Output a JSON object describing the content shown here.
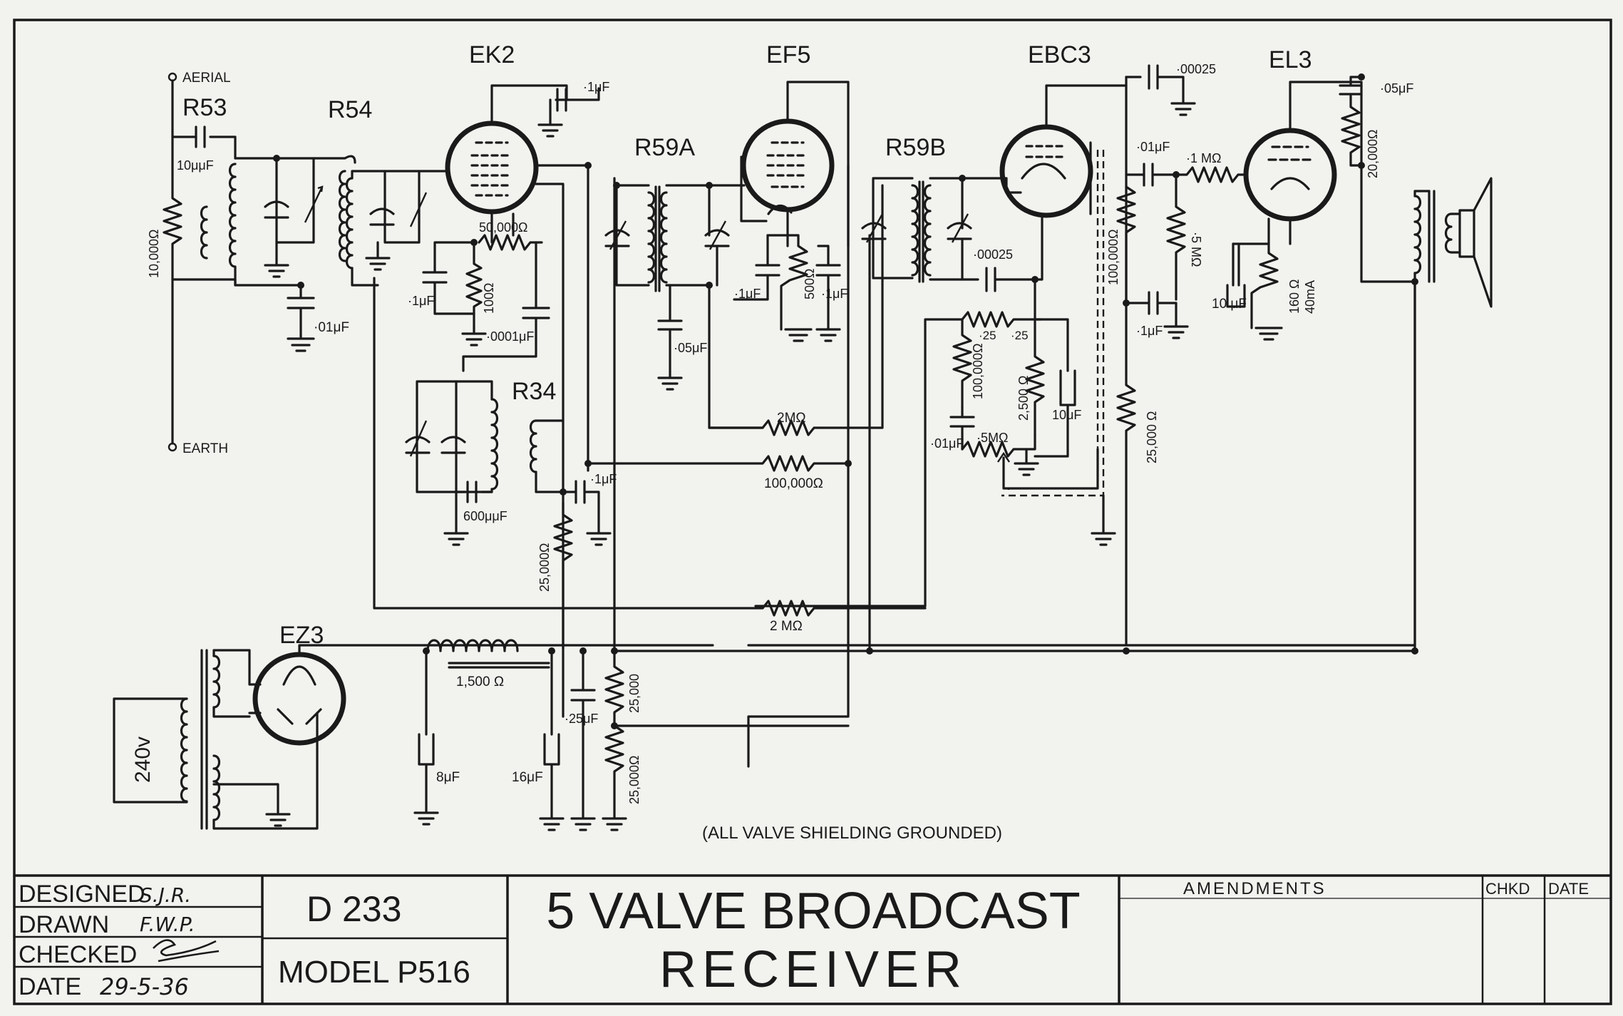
{
  "valves": {
    "ek2": "EK2",
    "ef5": "EF5",
    "ebc3": "EBC3",
    "el3": "EL3",
    "ez3": "EZ3"
  },
  "resistor_refs": {
    "r53": "R53",
    "r54": "R54",
    "r59a": "R59A",
    "r59b": "R59B",
    "r34": "R34"
  },
  "terminals": {
    "aerial": "AERIAL",
    "earth": "EARTH"
  },
  "components": {
    "c_10uuf": "10μμF",
    "r_10000_in": "10,000Ω",
    "c_01_a": "·01μF",
    "c_1uf_ek2": "·1μF",
    "r_50000": "50,000Ω",
    "c_1_left": "·1μF",
    "r_100_ek2": "100Ω",
    "c_0001": "·0001μF",
    "c_600uuf": "600μμF",
    "c_1_r34": "·1μF",
    "r_25000_a": "25,000Ω",
    "c_05_ef5": "·05μF",
    "c_1_ef5": "·1μF",
    "r_500": "500Ω",
    "c_1_ef5b": "·1μF",
    "r_2meg_a": "2MΩ",
    "r_100000_a": "100,000Ω",
    "r_2meg_b": "2 MΩ",
    "c_00025_a": "·00025",
    "c_00025_b": "·00025",
    "r_25_a": "·25",
    "r_25_b": "·25",
    "r_100000_b": "100,000Ω",
    "r_2500": "2,500 Ω",
    "c_01_b": "·01μF",
    "r_5meg_vol": "·5MΩ",
    "c_10uf_a": "10μF",
    "c_01_el3": "·01μF",
    "r_100000_c": "100,000Ω",
    "c_1_el3": "·1μF",
    "r_1meg": "·1 MΩ",
    "r_5meg": "·5 MΩ",
    "r_25000_b": "25,000 Ω",
    "c_10uf_b": "10 μF",
    "r_160": "160 Ω",
    "i_40ma": "40mA",
    "c_05_out": "·05μF",
    "r_20000": "20,000Ω",
    "mains": "240v",
    "choke": "1,500 Ω",
    "c_8uf": "8μF",
    "c_16uf": "16μF",
    "c_25uf": "·25μF",
    "r_25000_c": "25,000",
    "r_25000_d": "25,000Ω",
    "shield_note": "(ALL VALVE SHIELDING GROUNDED)"
  },
  "title_block": {
    "designed_label": "DESIGNED",
    "designed_value": "S.J.R.",
    "drawn_label": "DRAWN",
    "drawn_value": "F.W.P.",
    "checked_label": "CHECKED",
    "checked_value": "",
    "date_label": "DATE",
    "date_value": "29-5-36",
    "drawing_no": "D 233",
    "model": "MODEL P516",
    "title_line1": "5 VALVE BROADCAST",
    "title_line2": "RECEIVER",
    "amendments": "AMENDMENTS",
    "chkd": "CHKD",
    "date_col": "DATE"
  }
}
